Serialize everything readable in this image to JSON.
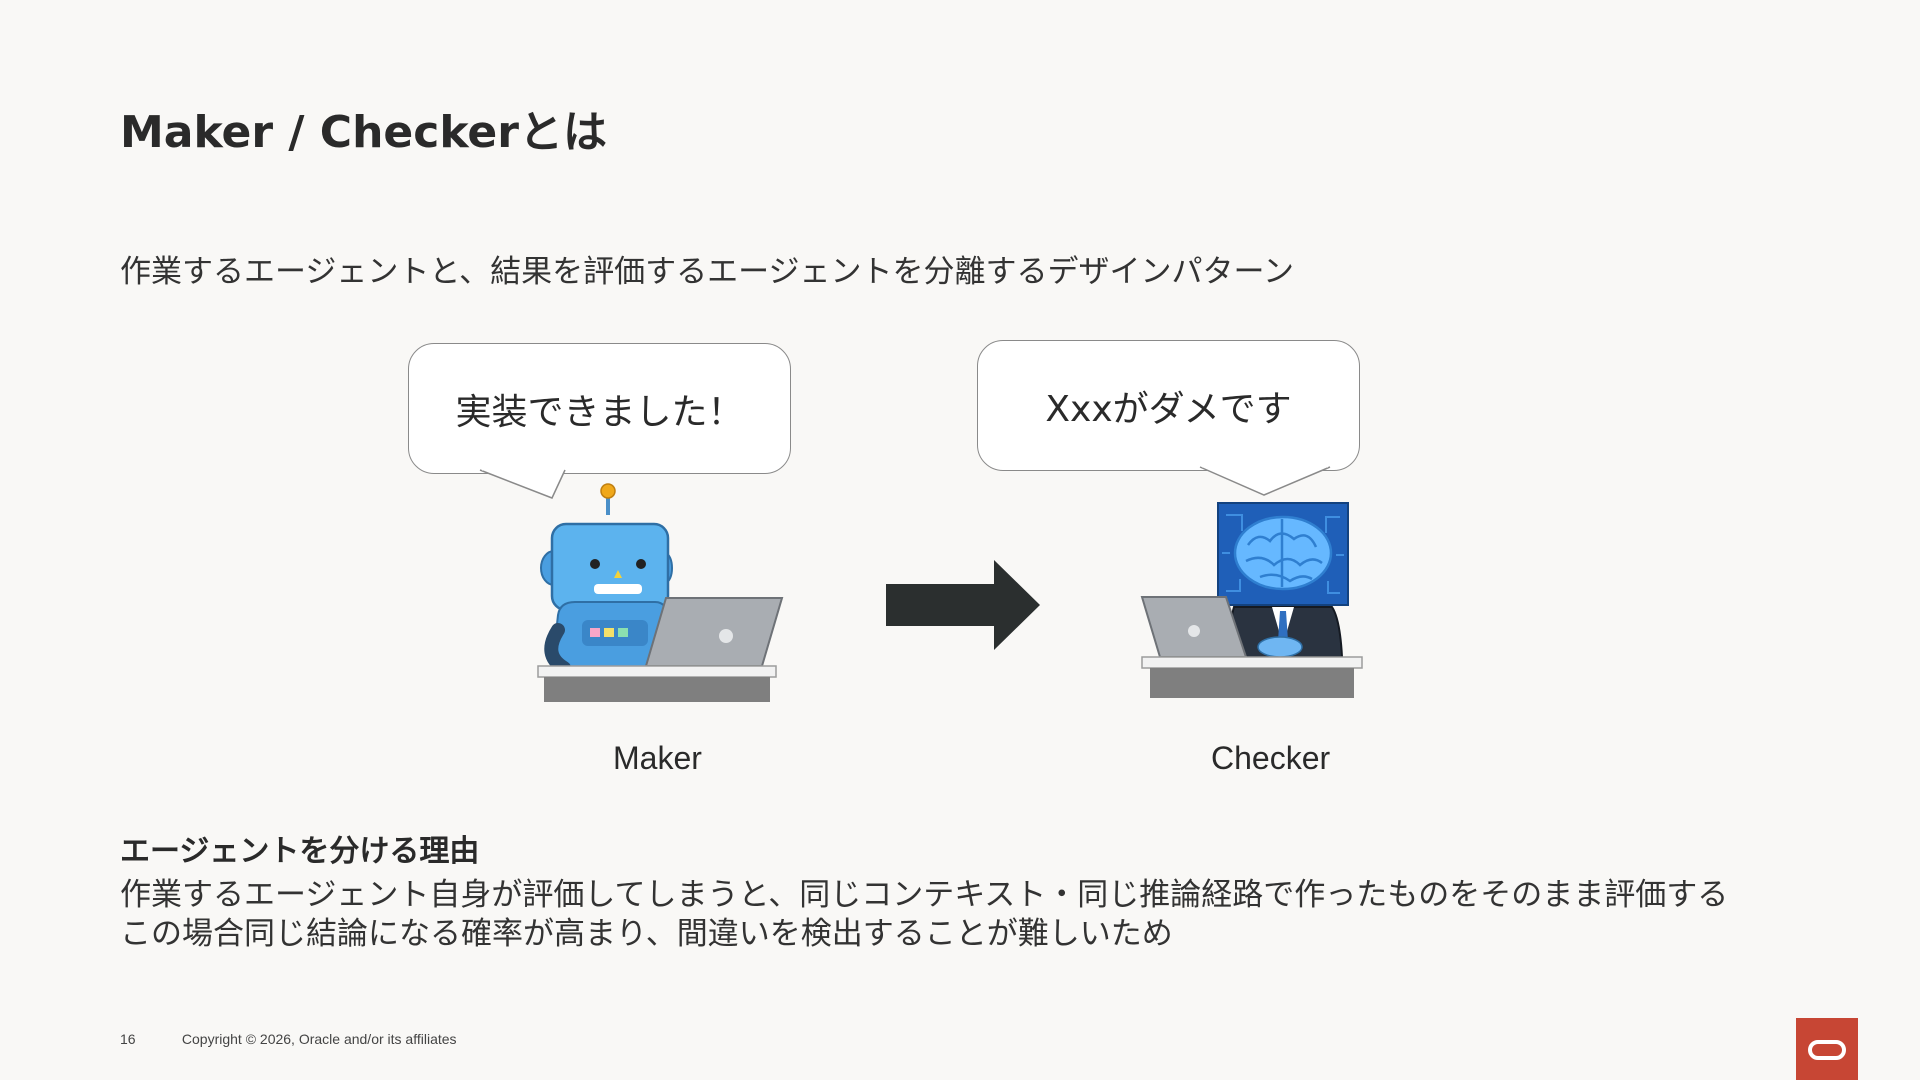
{
  "slide": {
    "title": "Maker / Checkerとは",
    "subtitle": "作業するエージェントと、結果を評価するエージェントを分離するデザインパターン"
  },
  "diagram": {
    "maker": {
      "speech": "実装できました！",
      "caption": "Maker"
    },
    "checker": {
      "speech": "Xxxがダメです",
      "caption": "Checker"
    }
  },
  "reason": {
    "heading": "エージェントを分ける理由",
    "lines": [
      "作業するエージェント自身が評価してしまうと、同じコンテキスト・同じ推論経路で作ったものをそのまま評価する",
      "この場合同じ結論になる確率が高まり、間違いを検出することが難しいため"
    ]
  },
  "footer": {
    "page_number": "16",
    "copyright": "Copyright © 2026, Oracle and/or its affiliates"
  },
  "colors": {
    "background": "#f9f8f6",
    "arrow": "#2b2f2f",
    "robot": "#5aaee8",
    "oracle_red": "#c74634"
  }
}
